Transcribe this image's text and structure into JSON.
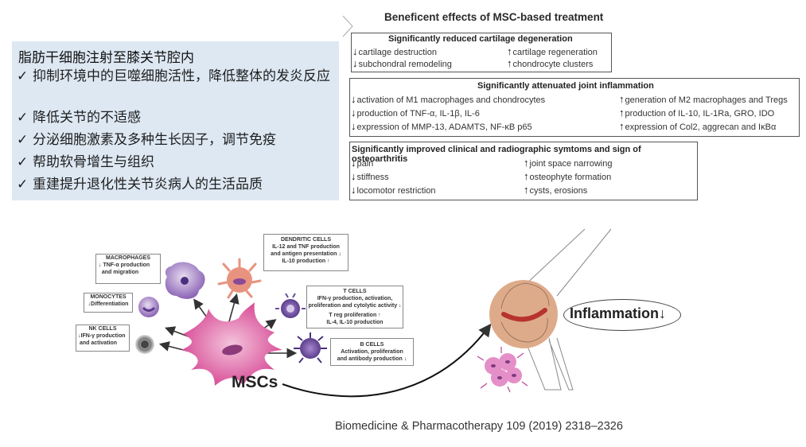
{
  "summary_box": {
    "title": "脂肪干细胞注射至膝关节腔内",
    "check_icon": "✓",
    "items": [
      "抑制环境中的巨噬细胞活性，降低整体的发炎反应",
      "降低关节的不适感",
      "分泌细胞激素及多种生长因子，调节免疫",
      "帮助软骨增生与组织",
      "重建提升退化性关节炎病人的生活品质"
    ]
  },
  "effects": {
    "title": "Beneficent effects of MSC-based treatment",
    "down_icon": "↓",
    "up_icon": "↑",
    "groups": [
      {
        "heading": "Significantly reduced cartilage degeneration",
        "down": [
          "cartilage destruction",
          "subchondral remodeling"
        ],
        "up": [
          "cartilage regeneration",
          "chondrocyte clusters"
        ]
      },
      {
        "heading": "Significantly attenuated joint inflammation",
        "down": [
          "activation of M1 macrophages and chondrocytes",
          "production of TNF-α, IL-1β, IL-6",
          "expression of MMP-13, ADAMTS, NF-κB p65"
        ],
        "up": [
          "generation of M2 macrophages and Tregs",
          "production of IL-10, IL-1Ra, GRO, IDO",
          "expression of Col2, aggrecan and IκBα"
        ]
      },
      {
        "heading": "Significantly improved clinical and radiographic symtoms and sign of osteoarthritis",
        "down": [
          "pain",
          "stiffness",
          "locomotor restriction"
        ],
        "up": [
          "joint space narrowing",
          "osteophyte formation",
          "cysts, erosions"
        ]
      }
    ]
  },
  "cells": {
    "macrophages": {
      "title": "MACROPHAGES",
      "lines": [
        "TNF-α production",
        "and migration"
      ],
      "dir": "↓"
    },
    "monocytes": {
      "title": "MONOCYTES",
      "lines": [
        "Differentiation"
      ],
      "dir": "↓"
    },
    "nk": {
      "title": "NK CELLS",
      "lines": [
        "IFN-γ production",
        "and activation"
      ],
      "dir": "↓"
    },
    "dendritic": {
      "title": "DENDRITIC CELLS",
      "lines": [
        "IL-12 and TNF production",
        "and antigen presentation ↓",
        "IL-10 production ↑"
      ]
    },
    "t_cells": {
      "title": "T CELLS",
      "lines": [
        "IFN-γ production, activation,",
        "proliferation and cytolytic activity ↓",
        "T reg proliferation ↑",
        "IL-4, IL-10 production"
      ]
    },
    "b_cells": {
      "title": "B CELLS",
      "lines": [
        "Activation, proliferation",
        "and antibody production ↓"
      ]
    },
    "msc_label": "MSCs"
  },
  "inflammation_label": "Inflammation↓",
  "citation": "Biomedicine & Pharmacotherapy 109 (2019) 2318–2326",
  "colors": {
    "summary_bg": "#dde8f3",
    "msc_pink": "#d9529a",
    "cell_purple": "#7e5ba8",
    "joint_tan": "#dca784",
    "cartilage_red": "#b8332e"
  }
}
